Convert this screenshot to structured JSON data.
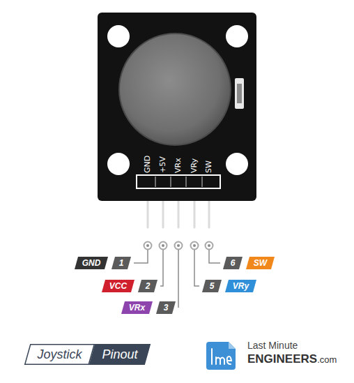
{
  "diagram": {
    "nodes": [
      {
        "text": [
          "GND"
        ]
      },
      {
        "text": [
          "1"
        ]
      },
      {
        "text": [
          "6"
        ]
      },
      {
        "text": [
          "SW"
        ]
      },
      {
        "text": [
          "VCC"
        ]
      },
      {
        "text": [
          "2"
        ]
      },
      {
        "text": [
          "5"
        ]
      },
      {
        "text": [
          "VRy"
        ]
      },
      {
        "text": [
          "VRx"
        ]
      },
      {
        "text": [
          "3"
        ]
      },
      {
        "text": [
          "Joystick"
        ]
      },
      {
        "text": [
          "Pinout"
        ]
      }
    ],
    "labels": [
      "GND",
      "+5V",
      "VRx",
      "VRy",
      "SW",
      "Last Minute",
      "ENGINEERS",
      ".com"
    ]
  }
}
